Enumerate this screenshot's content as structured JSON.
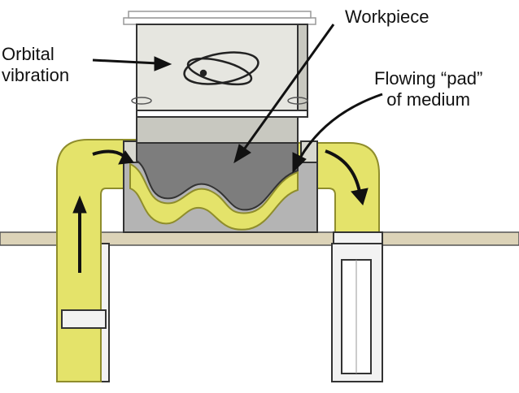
{
  "labels": {
    "orbital_line1": "Orbital",
    "orbital_line2": "vibration",
    "workpiece": "Workpiece",
    "flowing_line1": "Flowing “pad”",
    "flowing_line2": "of medium"
  },
  "colors": {
    "medium": "#e4e36a",
    "medium_edge": "#8f8d2c",
    "outline": "#333333",
    "chamber": "#b4b4b4",
    "workpiece_face": "#e6e6e0",
    "workpiece_side": "#c8c8c0",
    "floor": "#dcd3b8",
    "pipe_white": "#f2f2f2"
  }
}
